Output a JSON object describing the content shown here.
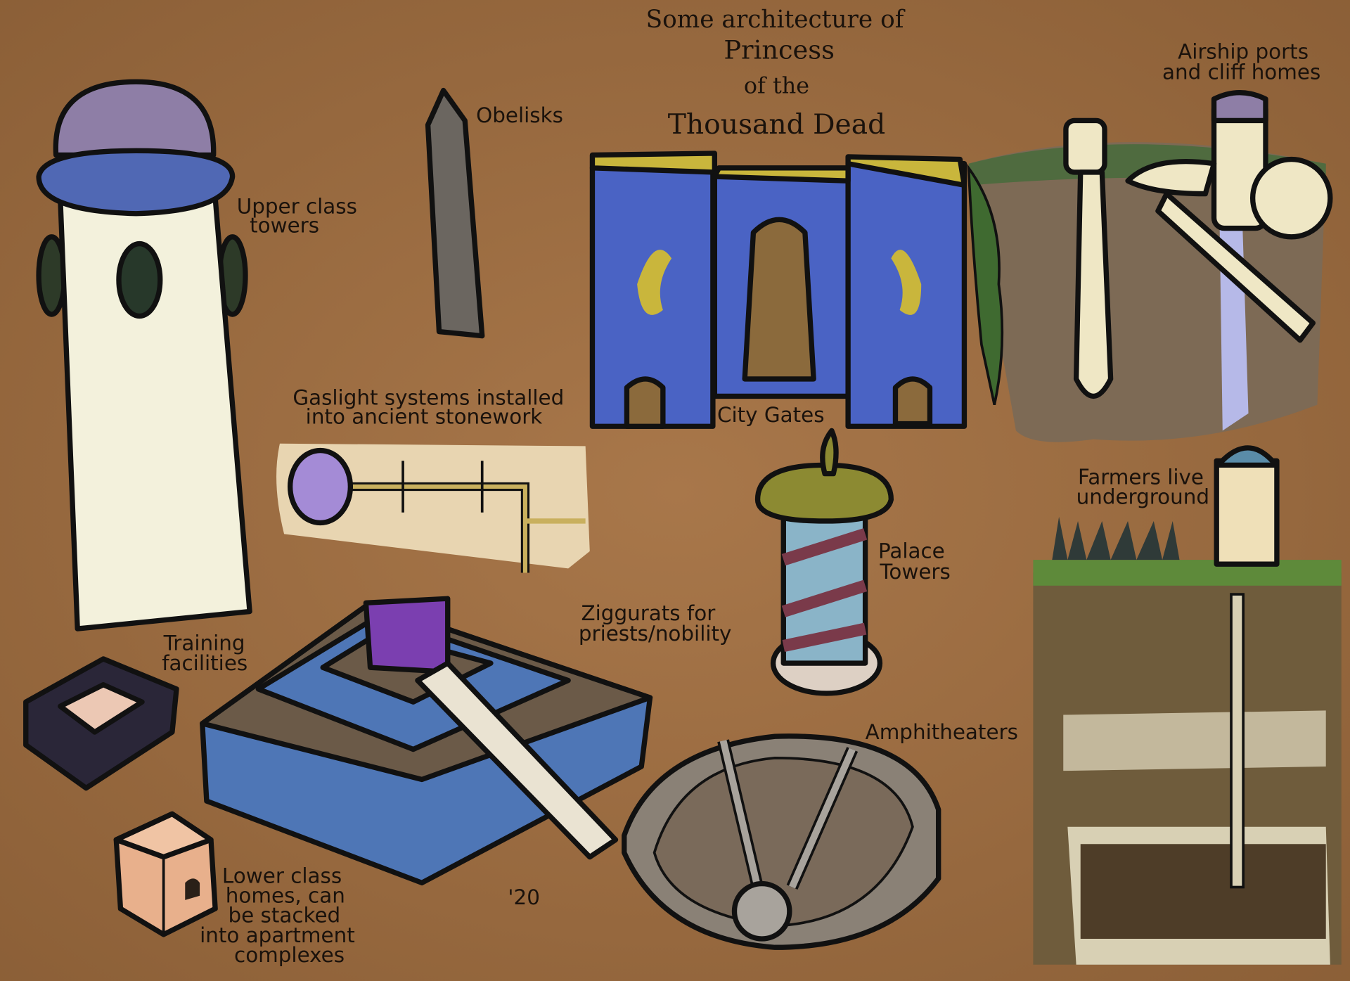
{
  "title": {
    "line1": "Some architecture of",
    "line2": "Princess",
    "line3": "of the",
    "line4": "Thousand Dead"
  },
  "labels": {
    "upper_class_towers": [
      "Upper class",
      "towers"
    ],
    "obelisks": "Obelisks",
    "airship_ports": [
      "Airship ports",
      "and cliff homes"
    ],
    "city_gates": "City Gates",
    "gaslight": [
      "Gaslight systems installed",
      "into ancient stonework"
    ],
    "palace_towers": [
      "Palace",
      "Towers"
    ],
    "farmers": [
      "Farmers live",
      "underground"
    ],
    "ziggurats": [
      "Ziggurats for",
      "priests/nobility"
    ],
    "training": [
      "Training",
      "facilities"
    ],
    "amphitheaters": "Amphitheaters",
    "lower_class": [
      "Lower class",
      "homes, can",
      "be stacked",
      "into apartment",
      "complexes"
    ],
    "signature_year": "'20"
  },
  "colors": {
    "paper": "#9a6b3f",
    "gate_blue": "#4a63c4",
    "gold": "#c9b63c",
    "tower_cream": "#f3f1dc",
    "dome_purple": "#8e7ea6",
    "ring_blue": "#5068b4"
  }
}
